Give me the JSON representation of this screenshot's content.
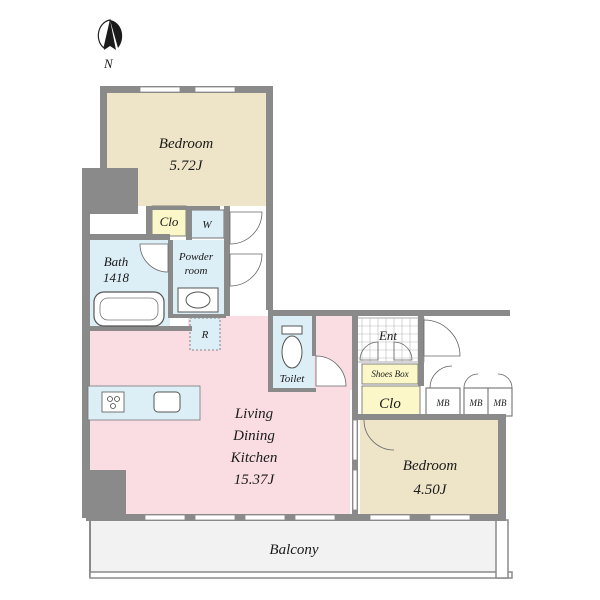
{
  "compass": {
    "label": "N",
    "icon": "north-arrow-icon"
  },
  "rooms": {
    "bedroom_north": {
      "name": "Bedroom",
      "area": "5.72J"
    },
    "closet_north": "Clo",
    "washer": "W",
    "bath": {
      "name": "Bath",
      "size": "1418"
    },
    "powder": {
      "line1": "Powder",
      "line2": "room"
    },
    "fridge": "R",
    "toilet": "Toilet",
    "entrance": "Ent",
    "shoes_box": "Shoes Box",
    "closet_east": "Clo",
    "mb1": "MB",
    "mb2": "MB",
    "mb3": "MB",
    "ldk": {
      "line1": "Living",
      "line2": "Dining",
      "line3": "Kitchen",
      "area": "15.37J"
    },
    "bedroom_east": {
      "name": "Bedroom",
      "area": "4.50J"
    },
    "balcony": "Balcony"
  },
  "colors": {
    "bedroom": "#eee4c8",
    "wet_area": "#dceef6",
    "ldk": "#f9dde3",
    "closet": "#fbf7c8",
    "balcony": "#f2f2f2",
    "wall": "#7a7a7a"
  }
}
